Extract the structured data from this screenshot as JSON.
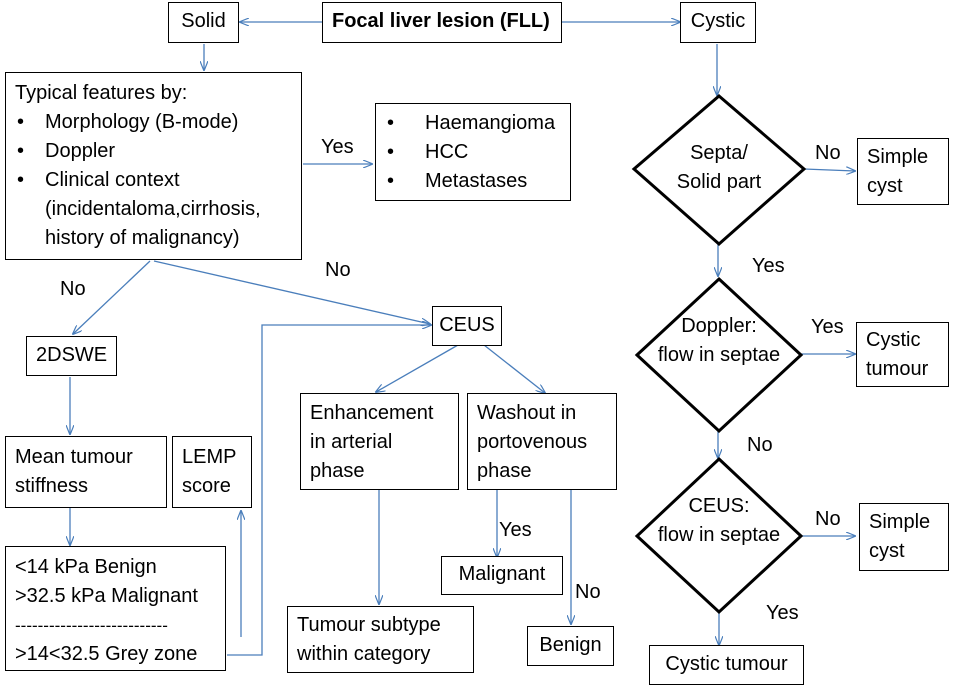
{
  "root": "Focal liver lesion (FLL)",
  "solid": "Solid",
  "cystic": "Cystic",
  "typical": {
    "heading": "Typical features by:",
    "items": [
      "Morphology (B-mode)",
      "Doppler",
      "Clinical context"
    ],
    "context_lines": [
      "(incidentaloma,cirrhosis,",
      "history of malignancy)"
    ]
  },
  "diagnoses": [
    "Haemangioma",
    "HCC",
    "Metastases"
  ],
  "swe": "2DSWE",
  "stiffness": [
    "Mean tumour",
    "stiffness"
  ],
  "lemp": [
    "LEMP",
    "score"
  ],
  "kpa": [
    "<14 kPa Benign",
    ">32.5 kPa Malignant",
    "---------------------------",
    ">14<32.5 Grey zone"
  ],
  "ceus": "CEUS",
  "enhancement": [
    "Enhancement",
    "in arterial",
    "phase"
  ],
  "washout": [
    "Washout in",
    "portovenous",
    "phase"
  ],
  "malignant": "Malignant",
  "benign": "Benign",
  "subtype": [
    "Tumour subtype",
    "within category"
  ],
  "decisions": {
    "septa": [
      "Septa/",
      "Solid part"
    ],
    "doppler": [
      "Doppler:",
      "flow in septae"
    ],
    "ceus": [
      "CEUS:",
      "flow in septae"
    ]
  },
  "simple_cyst": [
    "Simple",
    "cyst"
  ],
  "cystic_tumour_small": [
    "Cystic",
    "tumour"
  ],
  "cystic_tumour": "Cystic tumour",
  "labels": {
    "yes": "Yes",
    "no": "No"
  }
}
